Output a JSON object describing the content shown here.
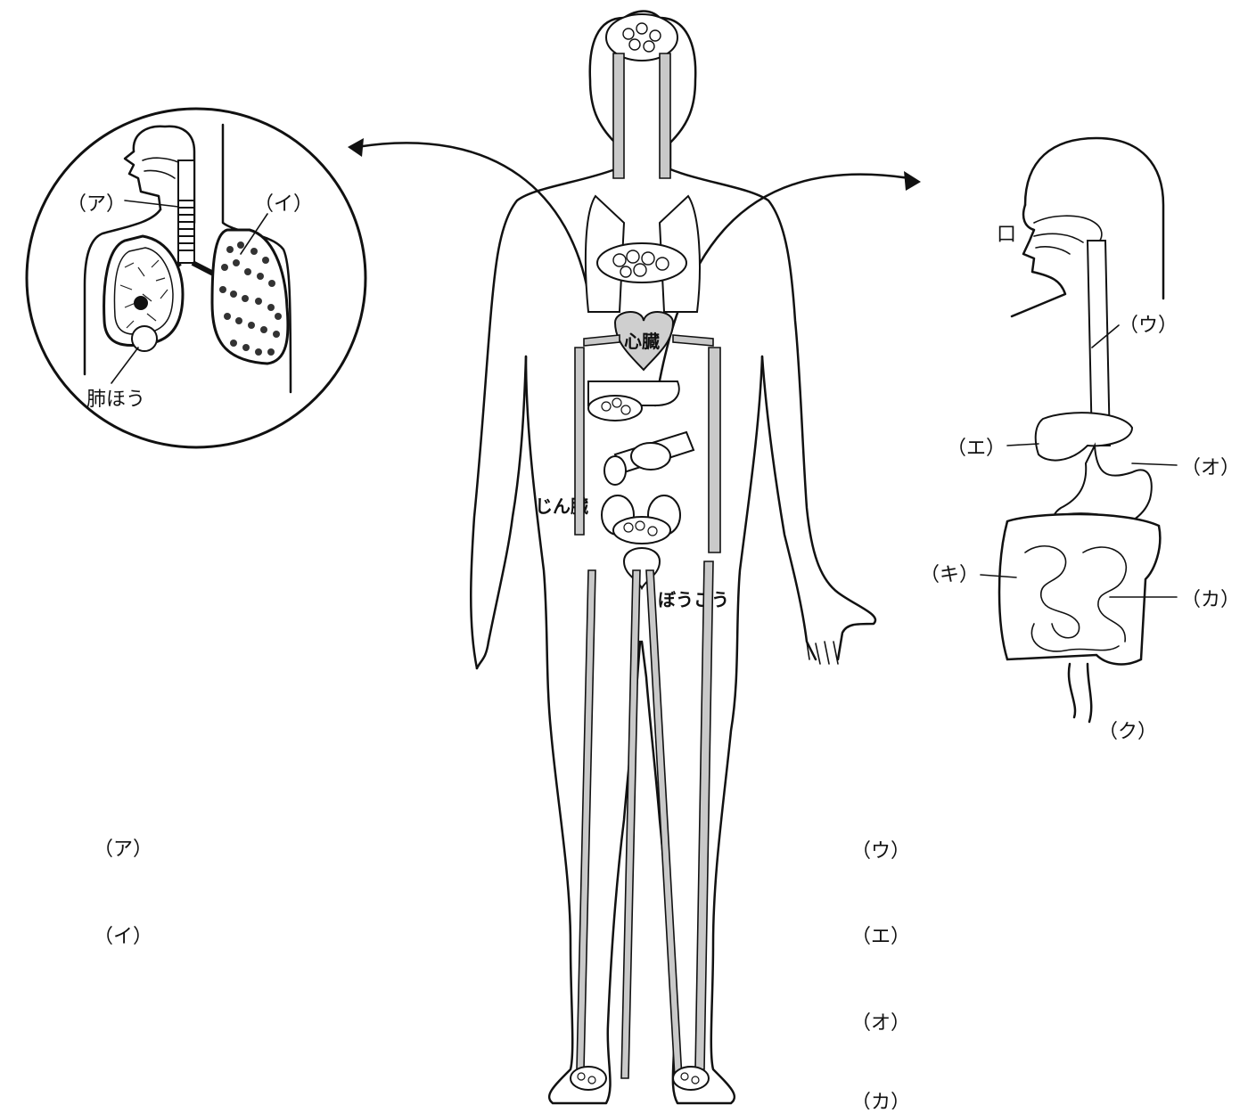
{
  "lung_inset": {
    "label_a": "（ア）",
    "label_i": "（イ）",
    "label_alveolus": "肺ほう"
  },
  "body_diagram": {
    "heart": "心臓",
    "kidney": "じん臓",
    "bladder": "ぼうこう"
  },
  "digestive": {
    "mouth": "口",
    "label_u": "（ウ）",
    "label_e": "（エ）",
    "label_o": "（オ）",
    "label_ka": "（カ）",
    "label_ki": "（キ）",
    "label_ku": "（ク）"
  },
  "answers": {
    "left": [
      "（ア）",
      "（イ）"
    ],
    "right": [
      "（ウ）",
      "（エ）",
      "（オ）",
      "（カ）"
    ]
  }
}
